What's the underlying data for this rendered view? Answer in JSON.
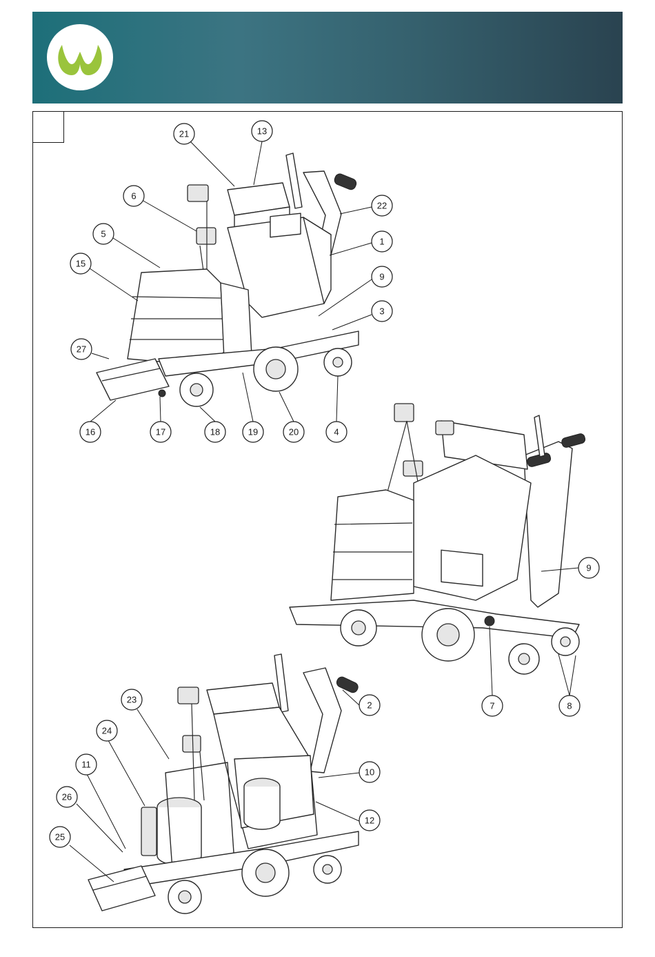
{
  "header": {
    "logo_icon": "w-leaf-logo",
    "gradient_start": "#1d6f79",
    "gradient_end": "#2a4350",
    "logo_color": "#9ac43c"
  },
  "diagram": {
    "section_box_label": "",
    "top_view_callouts": [
      "21",
      "13",
      "6",
      "22",
      "5",
      "1",
      "15",
      "9",
      "3",
      "27",
      "4",
      "16",
      "17",
      "18",
      "19",
      "20"
    ],
    "rear_view_callouts": [
      "9",
      "7",
      "8"
    ],
    "bottom_view_callouts": [
      "23",
      "2",
      "24",
      "11",
      "10",
      "26",
      "12",
      "25"
    ]
  }
}
